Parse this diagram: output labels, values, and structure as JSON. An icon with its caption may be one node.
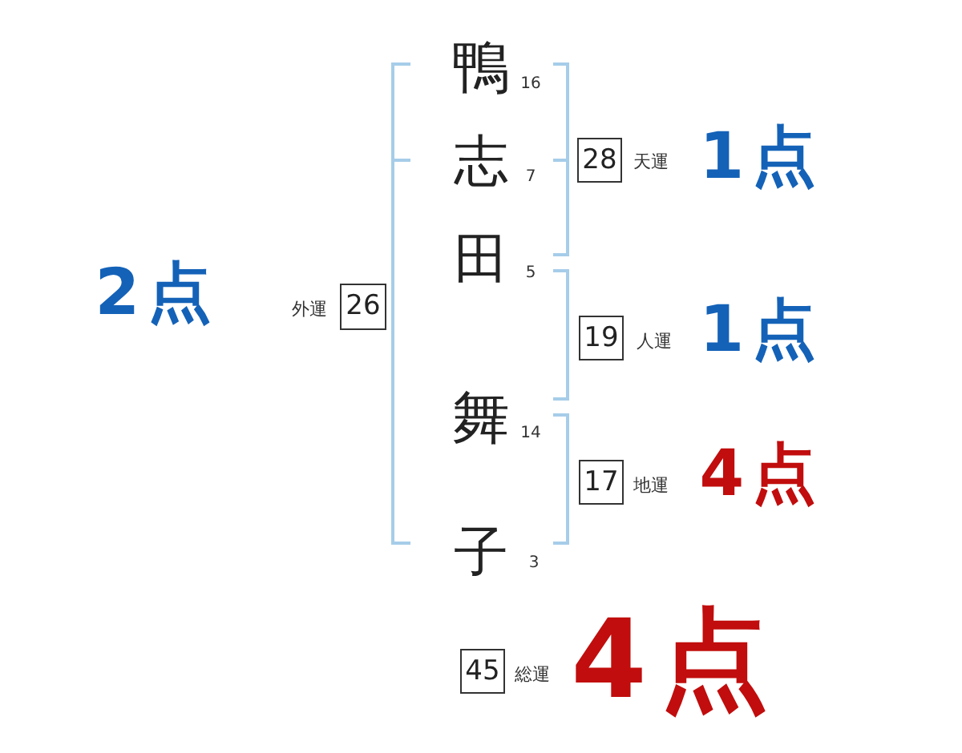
{
  "diagram": {
    "nodes": [
      {
        "text": [
          "28"
        ],
        "beside": [
          "天運"
        ]
      },
      {
        "text": [
          "26"
        ],
        "beside": [
          "外運"
        ]
      },
      {
        "text": [
          "19"
        ],
        "beside": [
          "人運"
        ]
      },
      {
        "text": [
          "17"
        ],
        "beside": [
          "地運"
        ]
      },
      {
        "text": [
          "45"
        ],
        "beside": [
          "総運"
        ]
      }
    ],
    "labels": [
      "鴨",
      "16",
      "志",
      "7",
      "1点",
      "2点",
      "田",
      "5",
      "1点",
      "舞",
      "14",
      "4点",
      "子",
      "3",
      "4点"
    ]
  }
}
